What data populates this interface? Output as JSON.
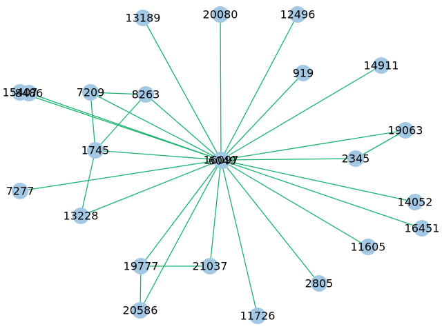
{
  "graph": {
    "type": "network",
    "colors": {
      "edge": "#18b36e",
      "node": "#a3c8e4",
      "label": "#000000"
    },
    "nodes": [
      {
        "id": "16097",
        "label": "16097"
      },
      {
        "id": "6049",
        "label": "6049"
      },
      {
        "id": "13189",
        "label": "13189"
      },
      {
        "id": "20080",
        "label": "20080"
      },
      {
        "id": "12496",
        "label": "12496"
      },
      {
        "id": "919",
        "label": "919"
      },
      {
        "id": "14911",
        "label": "14911"
      },
      {
        "id": "15407",
        "label": "15407"
      },
      {
        "id": "8486",
        "label": "8486"
      },
      {
        "id": "7209",
        "label": "7209"
      },
      {
        "id": "8263",
        "label": "8263"
      },
      {
        "id": "19063",
        "label": "19063"
      },
      {
        "id": "1745",
        "label": "1745"
      },
      {
        "id": "2345",
        "label": "2345"
      },
      {
        "id": "7277",
        "label": "7277"
      },
      {
        "id": "14052",
        "label": "14052"
      },
      {
        "id": "13228",
        "label": "13228"
      },
      {
        "id": "16451",
        "label": "16451"
      },
      {
        "id": "11605",
        "label": "11605"
      },
      {
        "id": "19777",
        "label": "19777"
      },
      {
        "id": "21037",
        "label": "21037"
      },
      {
        "id": "2805",
        "label": "2805"
      },
      {
        "id": "20586",
        "label": "20586"
      },
      {
        "id": "11726",
        "label": "11726"
      }
    ],
    "edges": [
      [
        "16097",
        "13189"
      ],
      [
        "16097",
        "20080"
      ],
      [
        "16097",
        "12496"
      ],
      [
        "16097",
        "919"
      ],
      [
        "16097",
        "14911"
      ],
      [
        "16097",
        "15407"
      ],
      [
        "16097",
        "8486"
      ],
      [
        "16097",
        "7209"
      ],
      [
        "16097",
        "8263"
      ],
      [
        "16097",
        "19063"
      ],
      [
        "16097",
        "1745"
      ],
      [
        "16097",
        "2345"
      ],
      [
        "16097",
        "7277"
      ],
      [
        "16097",
        "14052"
      ],
      [
        "16097",
        "13228"
      ],
      [
        "16097",
        "16451"
      ],
      [
        "16097",
        "11605"
      ],
      [
        "16097",
        "19777"
      ],
      [
        "16097",
        "21037"
      ],
      [
        "16097",
        "2805"
      ],
      [
        "16097",
        "20586"
      ],
      [
        "16097",
        "11726"
      ],
      [
        "7209",
        "8263"
      ],
      [
        "7209",
        "1745"
      ],
      [
        "8263",
        "1745"
      ],
      [
        "1745",
        "13228"
      ],
      [
        "19063",
        "2345"
      ],
      [
        "19777",
        "21037"
      ],
      [
        "19777",
        "20586"
      ]
    ]
  }
}
